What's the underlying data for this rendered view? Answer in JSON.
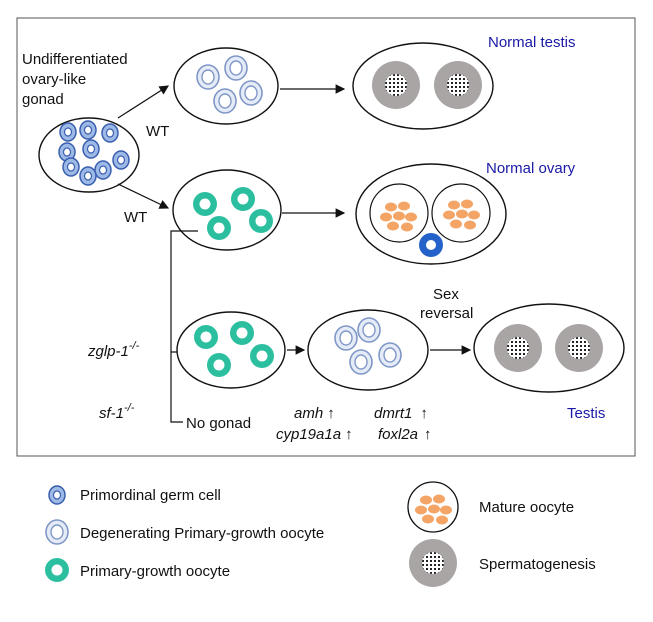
{
  "labels": {
    "undiff_line1": "Undifferentiated",
    "undiff_line2": "ovary-like",
    "undiff_line3": "gonad",
    "wt_upper": "WT",
    "wt_lower": "WT",
    "normal_testis": "Normal testis",
    "normal_ovary": "Normal ovary",
    "zglp1_gene": "zglp-1",
    "zglp1_sup": "-/-",
    "sf1_gene": "sf-1",
    "sf1_sup": "-/-",
    "no_gonad": "No gonad",
    "sex_reversal_1": "Sex",
    "sex_reversal_2": "reversal",
    "testis": "Testis",
    "gene_amh": "amh",
    "gene_cyp": "cyp19a1a",
    "gene_dmrt1": "dmrt1",
    "gene_foxl2a": "foxl2a",
    "arrow_up": "↑"
  },
  "legend": {
    "primordial": "Primordinal germ cell",
    "degenerating": "Degenerating Primary-growth oocyte",
    "primary_growth": "Primary-growth oocyte",
    "mature": "Mature oocyte",
    "spermatogenesis": "Spermatogenesis"
  },
  "colors": {
    "primordial_fill": "#9db9e6",
    "primordial_stroke": "#3b5fb0",
    "degenerating_fill": "#e6ecf7",
    "degenerating_stroke": "#8099c8",
    "primary_growth": "#2bbfa0",
    "mature_oocyte": "#f4a566",
    "sperm_ring": "#a9a5a5",
    "big_blue_cell": "#2461c9",
    "title_blue": "#1a1aa6"
  }
}
